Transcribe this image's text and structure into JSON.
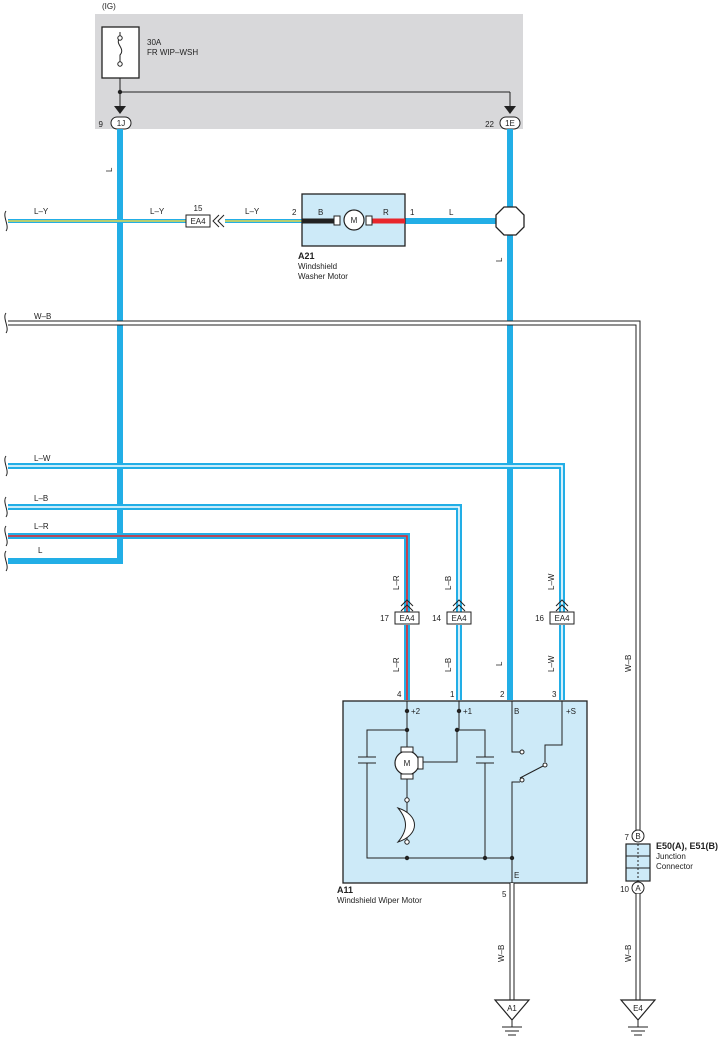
{
  "colors": {
    "blue_wire": "#22aee6",
    "component_fill": "#cdeaf8",
    "relay_box_fill": "#d8d8da",
    "red": "#e8262c",
    "yellow": "#e8d84a"
  },
  "relay_box": {
    "header": "(IG)",
    "fuse_rating": "30A",
    "fuse_name": "FR WIP–WSH",
    "conn_left_pin": "9",
    "conn_left_id": "1J",
    "conn_right_pin": "22",
    "conn_right_id": "1E"
  },
  "washer_motor": {
    "code": "A21",
    "name_line1": "Windshield",
    "name_line2": "Washer Motor",
    "pin_left": "2",
    "pin_right": "1",
    "term_left": "B",
    "term_right": "R",
    "motor_symbol": "M"
  },
  "wiper_motor": {
    "code": "A11",
    "name": "Windshield Wiper Motor",
    "pin4": "4",
    "pin1": "1",
    "pin2": "2",
    "pin3": "3",
    "pin5": "5",
    "term_p2": "+2",
    "term_p1": "+1",
    "term_b": "B",
    "term_s": "+S",
    "term_e": "E",
    "motor_symbol": "M"
  },
  "connectors": {
    "ea4_15_pin": "15",
    "ea4_15_id": "EA4",
    "ea4_17_pin": "17",
    "ea4_17_id": "EA4",
    "ea4_14_pin": "14",
    "ea4_14_id": "EA4",
    "ea4_16_pin": "16",
    "ea4_16_id": "EA4"
  },
  "junction": {
    "code": "E50(A), E51(B)",
    "name_line1": "Junction",
    "name_line2": "Connector",
    "pin_top": "7",
    "letter_top": "B",
    "pin_bottom": "10",
    "letter_bottom": "A"
  },
  "grounds": {
    "g1": "A1",
    "g2": "E4"
  },
  "wire_labels": {
    "ly_1": "L–Y",
    "ly_2": "L–Y",
    "ly_3": "L–Y",
    "l_washer": "L",
    "wb_top": "W–B",
    "lw_left": "L–W",
    "lb_left": "L–B",
    "lr_left": "L–R",
    "l_left": "L",
    "l_v1": "L",
    "l_v2": "L",
    "l_v3": "L",
    "lr_up": "L–R",
    "lb_up": "L–B",
    "lw_up": "L–W",
    "lr_dn": "L–R",
    "lb_dn": "L–B",
    "lw_dn": "L–W",
    "wb_right": "W–B",
    "wb_g1": "W–B",
    "wb_g2": "W–B"
  }
}
